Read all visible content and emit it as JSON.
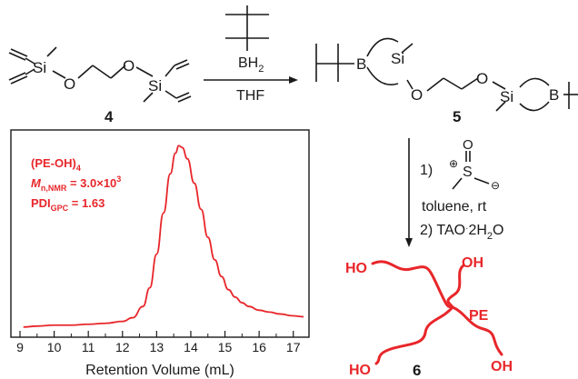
{
  "scheme": {
    "compound_4": "4",
    "compound_5": "5",
    "compound_6": "6",
    "reagent_borane": "BH",
    "reagent_borane_sub": "2",
    "solvent_thf": "THF",
    "atom_si": "Si",
    "atom_o": "O",
    "atom_b": "B",
    "atom_s": "S",
    "step1_num": "1)",
    "step1_cond": "toluene, rt",
    "step2_prefix": "2) TAO",
    "step2_reagent": "2H",
    "step2_sub": "2",
    "step2_suffix": "O",
    "charge_plus": "⊕",
    "charge_minus": "⊖",
    "product_ho": "HO",
    "product_oh": "OH",
    "product_pe": "PE"
  },
  "colors": {
    "accent": "#e8262a",
    "ink": "#1a1a1a"
  },
  "chart_data": {
    "type": "line",
    "xlabel": "Retention Volume (mL)",
    "ylabel": "",
    "xlim": [
      9,
      17.3
    ],
    "ylim": [
      0,
      1.05
    ],
    "xticks": [
      "9",
      "10",
      "11",
      "12",
      "13",
      "14",
      "15",
      "16",
      "17"
    ],
    "annotation_label": "(PE-OH)",
    "annotation_label_sub": "4",
    "annotation_mn_prefix": "M",
    "annotation_mn_sub": "n,NMR",
    "annotation_mn_value": " = 3.0×10",
    "annotation_mn_sup": "3",
    "annotation_pdi_prefix": "PDI",
    "annotation_pdi_sub": "GPC",
    "annotation_pdi_value": " = 1.63",
    "series": [
      {
        "x": [
          9.1,
          9.5,
          10.0,
          10.5,
          11.0,
          11.5,
          12.0,
          12.3,
          12.6,
          12.8,
          13.0,
          13.2,
          13.4,
          13.55,
          13.65,
          13.75,
          13.9,
          14.1,
          14.3,
          14.5,
          14.7,
          14.9,
          15.1,
          15.3,
          15.5,
          15.7,
          16.0,
          16.3,
          16.6,
          17.0,
          17.3
        ],
        "values": [
          0.03,
          0.035,
          0.04,
          0.04,
          0.045,
          0.05,
          0.06,
          0.08,
          0.14,
          0.24,
          0.42,
          0.64,
          0.85,
          0.96,
          1.0,
          0.99,
          0.93,
          0.8,
          0.66,
          0.51,
          0.39,
          0.3,
          0.23,
          0.19,
          0.16,
          0.14,
          0.12,
          0.11,
          0.1,
          0.09,
          0.085
        ]
      }
    ]
  }
}
